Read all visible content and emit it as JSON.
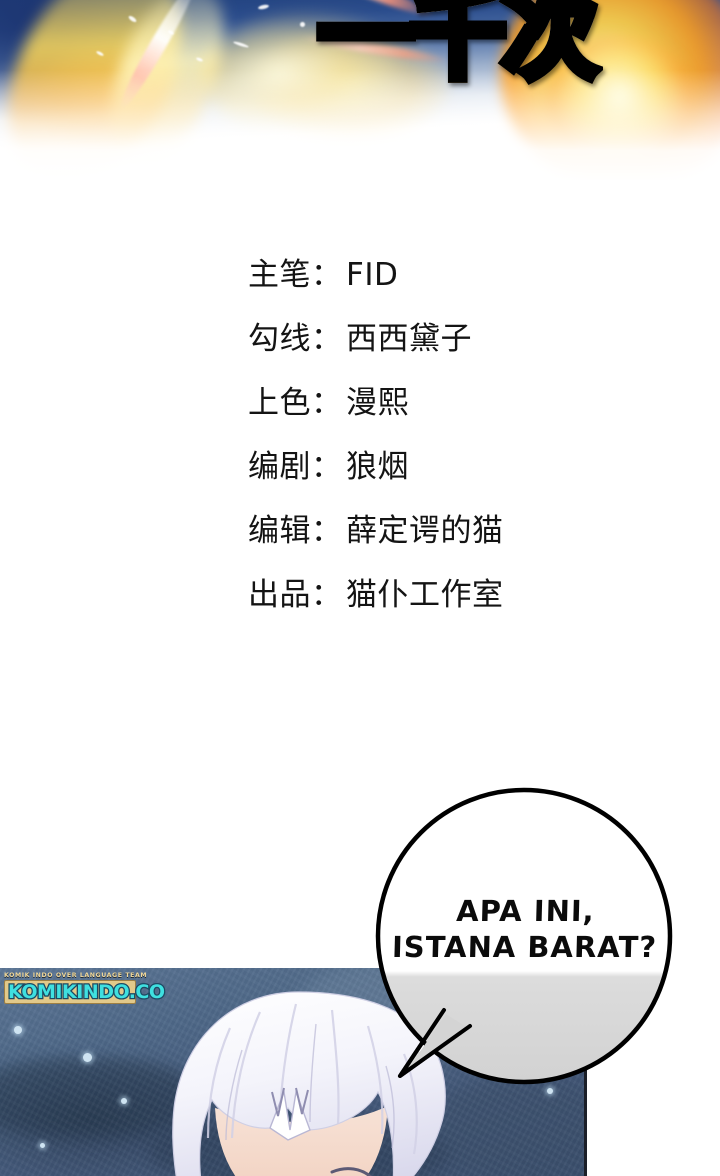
{
  "banner": {
    "series_title": "一千次",
    "title_gradient_top": "#ffffff",
    "title_gradient_bottom": "#e0a94f",
    "title_outline": "#000000"
  },
  "credits": {
    "lines": [
      {
        "role": "主笔",
        "sep": "：",
        "name": "FID"
      },
      {
        "role": "勾线",
        "sep": "：",
        "name": "西西黛子"
      },
      {
        "role": "上色",
        "sep": "：",
        "name": "漫熙"
      },
      {
        "role": "编剧",
        "sep": "：",
        "name": "狼烟"
      },
      {
        "role": "编辑",
        "sep": "：",
        "name": "薛定谔的猫"
      },
      {
        "role": "出品",
        "sep": "：",
        "name": "猫仆工作室"
      }
    ]
  },
  "speech_bubble": {
    "line1": "APA INI,",
    "line2": "ISTANA BARAT?",
    "fill_top": "#ffffff",
    "fill_bottom": "#d6d6d6",
    "stroke": "#000000",
    "text_color": "#0b0b0b"
  },
  "panel": {
    "background_color": "#47617f",
    "border_color": "#1b1f28",
    "character": {
      "hair_color": "#ffffff",
      "hair_shadow": "#c8c7e2",
      "skin_color": "#f5d9cc"
    }
  },
  "watermark": {
    "tagline": "KOMIK INDO OVER LANGUAGE TEAM",
    "site": "KOMIKINDO.CO",
    "text_color": "#3fe0e0",
    "plate_color": "#e2c98a"
  }
}
